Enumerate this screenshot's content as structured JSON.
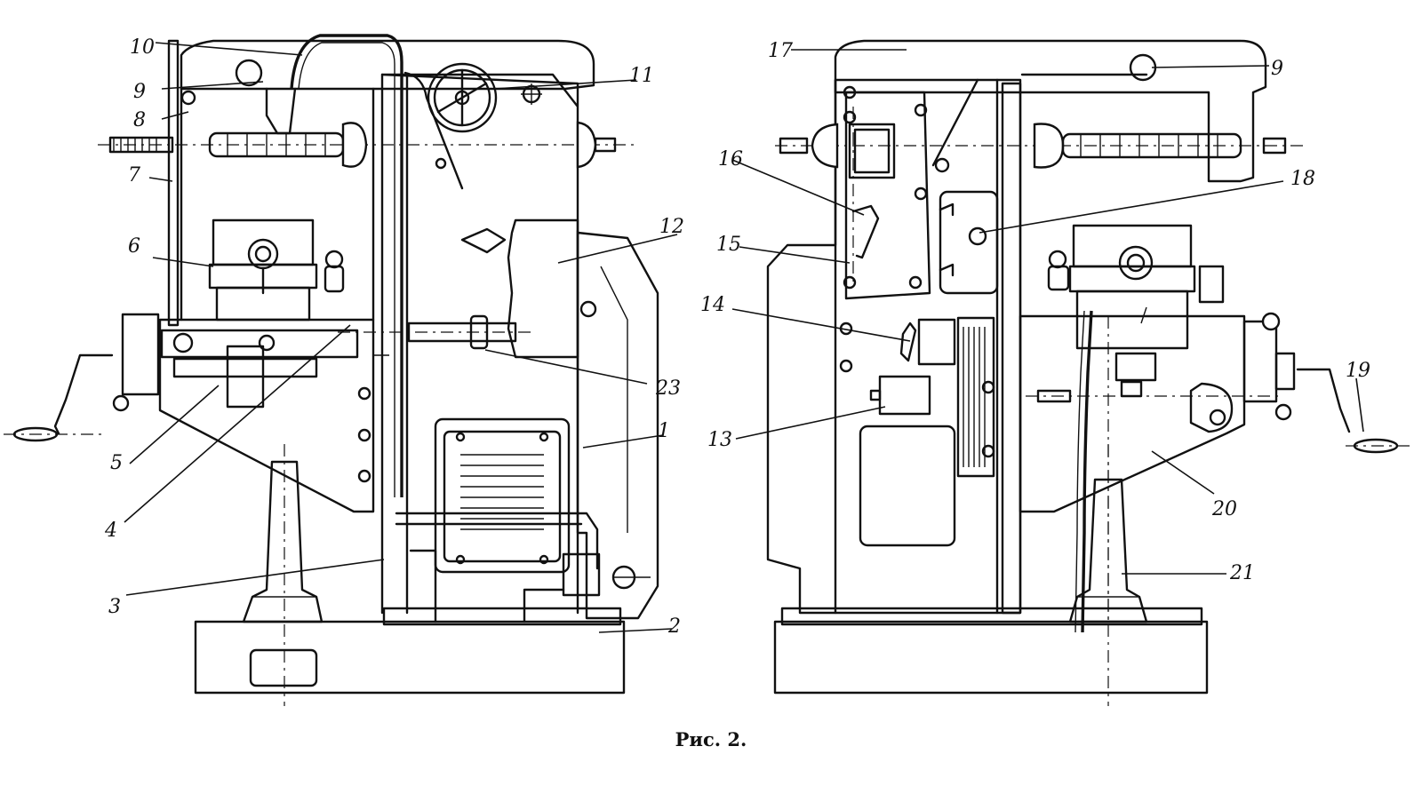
{
  "caption": "Рис. 2.",
  "callouts": {
    "c1": "1",
    "c2": "2",
    "c3": "3",
    "c4": "4",
    "c5": "5",
    "c6": "6",
    "c7": "7",
    "c8": "8",
    "c9": "9",
    "c10": "10",
    "c11": "11",
    "c12": "12",
    "c13": "13",
    "c14": "14",
    "c15": "15",
    "c16": "16",
    "c17": "17",
    "c18": "18",
    "c19": "19",
    "c20": "20",
    "c21": "21",
    "c23": "23",
    "c9b": "9"
  }
}
